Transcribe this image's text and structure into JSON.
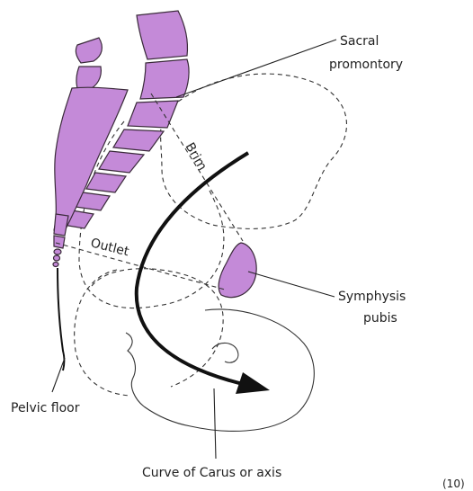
{
  "labels": {
    "sacral_promontory_line1": "Sacral",
    "sacral_promontory_line2": "promontory",
    "brim": "Brim",
    "outlet": "Outlet",
    "symphysis_line1": "Symphysis",
    "symphysis_line2": "pubis",
    "pelvic_floor": "Pelvic floor",
    "curve_of_carus": "Curve of Carus or axis",
    "figure_number": "(10)"
  },
  "colors": {
    "bone": "#c48ad8",
    "outline": "#333333",
    "text": "#222222"
  }
}
